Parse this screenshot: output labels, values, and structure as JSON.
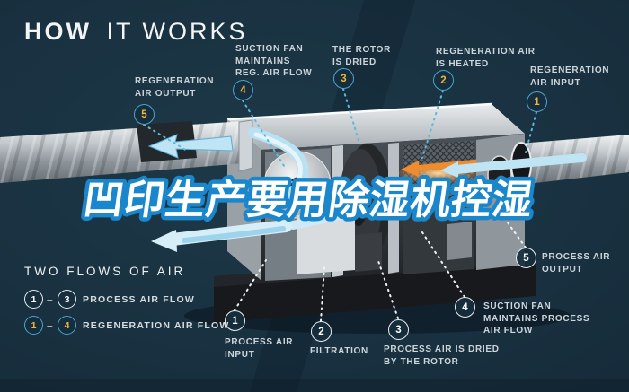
{
  "title": {
    "bold": "HOW",
    "light": "IT WORKS"
  },
  "headline": "凹印生产要用除湿机控湿",
  "colors": {
    "background": "#172f3e",
    "accent_blue": "#4aa6cc",
    "badge_yellow": "#ecb83d",
    "label_text": "#ccd5da",
    "headline_fill": "#ffffff",
    "headline_outline": "#1a87cc",
    "heater_orange": "#ef8c2e"
  },
  "legend": {
    "heading": "TWO FLOWS OF AIR",
    "separator": "–",
    "rows": [
      {
        "from": "1",
        "to": "3",
        "label": "PROCESS AIR FLOW",
        "style": "process"
      },
      {
        "from": "1",
        "to": "4",
        "label": "REGENERATION AIR FLOW",
        "style": "regeneration"
      }
    ]
  },
  "regeneration_callouts": [
    {
      "num": "1",
      "label": "REGENERATION\nAIR INPUT"
    },
    {
      "num": "2",
      "label": "REGENERATION AIR\nIS HEATED"
    },
    {
      "num": "3",
      "label": "THE ROTOR\nIS DRIED"
    },
    {
      "num": "4",
      "label": "SUCTION FAN\nMAINTAINS\nREG. AIR FLOW"
    },
    {
      "num": "5",
      "label": "REGENERATION\nAIR OUTPUT"
    }
  ],
  "process_callouts": [
    {
      "num": "1",
      "label": "PROCESS AIR\nINPUT"
    },
    {
      "num": "2",
      "label": "FILTRATION"
    },
    {
      "num": "3",
      "label": "PROCESS AIR IS DRIED\nBY THE ROTOR"
    },
    {
      "num": "4",
      "label": "SUCTION FAN\nMAINTAINS PROCESS\nAIR FLOW"
    },
    {
      "num": "5",
      "label": "PROCESS AIR\nOUTPUT"
    }
  ]
}
